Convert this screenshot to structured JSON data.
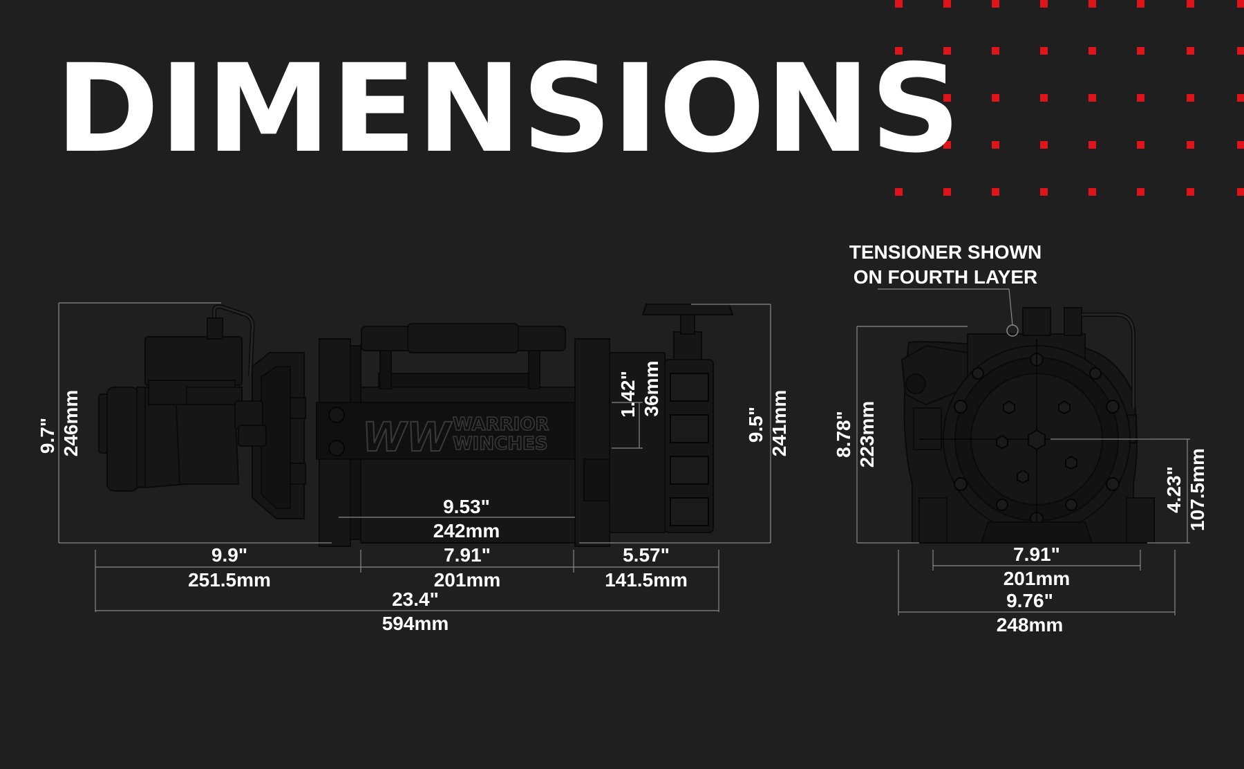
{
  "title": "DIMENSIONS",
  "colors": {
    "background": "#1f1f1f",
    "accent": "#e0151c",
    "text": "#ffffff",
    "line": "#8a8a8a"
  },
  "logo": {
    "line1": "WARRIOR",
    "line2": "WINCHES"
  },
  "side_view": {
    "overall_height": {
      "in": "9.7\"",
      "mm": "246mm"
    },
    "right_height": {
      "in": "9.5\"",
      "mm": "241mm"
    },
    "tie_plate_height": {
      "in": "1.42\"",
      "mm": "36mm"
    },
    "drum_length": {
      "in": "9.53\"",
      "mm": "242mm"
    },
    "motor_section": {
      "in": "9.9\"",
      "mm": "251.5mm"
    },
    "mount_spacing": {
      "in": "7.91\"",
      "mm": "201mm"
    },
    "gearbox_section": {
      "in": "5.57\"",
      "mm": "141.5mm"
    },
    "overall_length": {
      "in": "23.4\"",
      "mm": "594mm"
    }
  },
  "end_view": {
    "note_line1": "TENSIONER SHOWN",
    "note_line2": "ON FOURTH LAYER",
    "overall_height": {
      "in": "8.78\"",
      "mm": "223mm"
    },
    "center_height": {
      "in": "4.23\"",
      "mm": "107.5mm"
    },
    "mount_spacing": {
      "in": "7.91\"",
      "mm": "201mm"
    },
    "overall_width": {
      "in": "9.76\"",
      "mm": "248mm"
    }
  }
}
